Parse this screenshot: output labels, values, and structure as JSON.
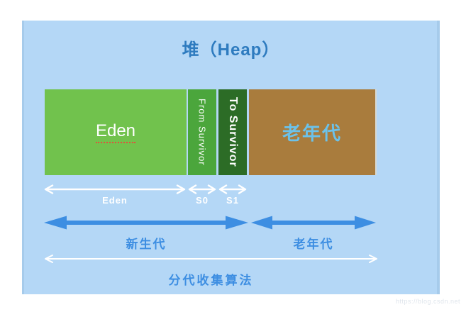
{
  "title": "堆（Heap）",
  "heap_boxes": {
    "eden": {
      "label": "Eden"
    },
    "from_survivor": {
      "label": "From Survivor"
    },
    "to_survivor": {
      "label": "To Survivor"
    },
    "old_gen": {
      "label": "老年代"
    }
  },
  "size_arrows": {
    "eden": {
      "label": "Eden"
    },
    "s0": {
      "label": "S0"
    },
    "s1": {
      "label": "S1"
    }
  },
  "generation_arrows": {
    "young": {
      "label": "新生代"
    },
    "old": {
      "label": "老年代"
    }
  },
  "algorithm_arrow": {
    "label": "分代收集算法"
  },
  "watermark": "https://blog.csdn.net",
  "colors": {
    "panel_bg": "#b4d7f6",
    "panel_edge": "#a6cbeb",
    "eden_green": "#71c24d",
    "from_survivor_green": "#4ba63c",
    "to_survivor_green": "#2c6c26",
    "old_gen_brown": "#a97c3d",
    "old_gen_text": "#6cc2ea",
    "title_blue": "#2e7bbf",
    "arrow_blue": "#3d8ee2",
    "squiggle_red": "#e2503c"
  }
}
